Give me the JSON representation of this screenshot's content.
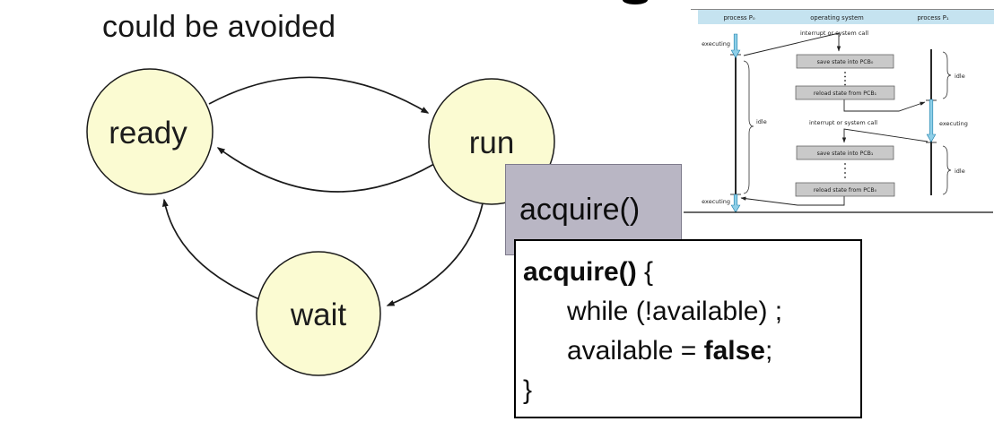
{
  "slide": {
    "heading_fragment": "could be avoided"
  },
  "colors": {
    "state_fill": "#fbfbd2",
    "state_stroke": "#1a1a1a",
    "tag_bg": "#b9b6c4",
    "band_blue": "#c5e3f0",
    "pcb_box_gray": "#c9c9c9",
    "exec_arrow_blue": "#8ecfe8"
  },
  "state_diagram": {
    "states": [
      {
        "label": "ready"
      },
      {
        "label": "run"
      },
      {
        "label": "wait"
      }
    ],
    "transitions": [
      "ready→run",
      "run→ready",
      "run→wait",
      "wait→ready"
    ]
  },
  "acquire_tag": {
    "label": "acquire()"
  },
  "code": {
    "line1_bold": "acquire()",
    "line1_rest": " {",
    "line2": "while (!available) ;",
    "line3_a": "available = ",
    "line3_b": "false",
    "line3_c": ";",
    "line4": "}"
  },
  "context_switch_figure": {
    "columns": {
      "left": "process P₀",
      "center": "operating system",
      "right": "process P₁"
    },
    "interrupt_label": "interrupt or system call",
    "box_save_pcb0": "save state into PCB₀",
    "box_reload_pcb1": "reload state from PCB₁",
    "box_save_pcb1": "save state into PCB₁",
    "box_reload_pcb0": "reload state from PCB₀",
    "executing_label": "executing",
    "idle_label": "idle"
  }
}
